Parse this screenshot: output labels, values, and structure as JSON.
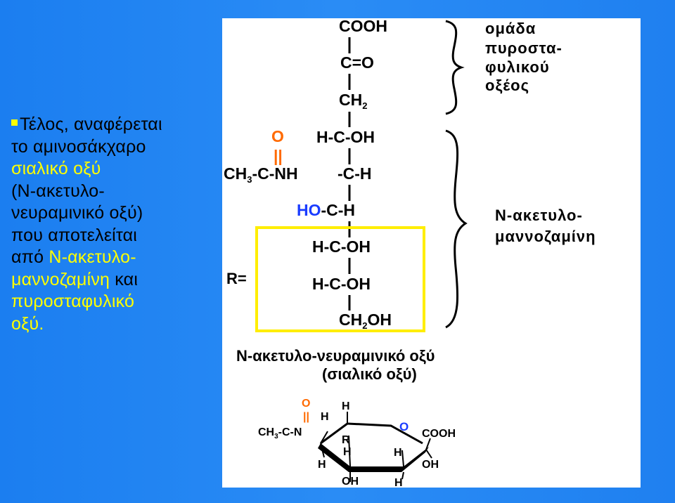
{
  "slide_text": {
    "line1": "Τέλος, αναφέρεται",
    "line2": "το αμινοσάκχαρο",
    "line3": "σιαλικό οξύ",
    "line4": "(N-ακετυλο-",
    "line5": "νευραμινικό οξύ)",
    "line6": "που αποτελείται",
    "line7_part1": "από ",
    "line7_part2": "N-ακετυλο-",
    "line8_part1": "μαννοζαμίνη",
    "line8_part2": " και",
    "line9": "πυροσταφυλικό",
    "line10": "οξύ."
  },
  "structure": {
    "cooh": "COOH",
    "co": "C=O",
    "ch2": "CH",
    "ch2_sub": "2",
    "c4": "H-C-OH",
    "o_dbl": "O",
    "dbl_bond": "||",
    "acetyl_ch3": "CH",
    "acetyl_sub": "3",
    "acetyl_rest": "-C-NH",
    "c5": "-C-H",
    "c6_ho": "HO",
    "c6": "-C-H",
    "c7": "H-C-OH",
    "c8": "H-C-OH",
    "c9_ch": "CH",
    "c9_sub": "2",
    "c9_oh": "OH",
    "r_label": "R=",
    "pyruvate_label_1": "ομάδα",
    "pyruvate_label_2": "πυροστα-",
    "pyruvate_label_3": "φυλικού",
    "pyruvate_label_4": "οξέος",
    "mannosamine_label_1": "N-ακετυλο-",
    "mannosamine_label_2": "μαννοζαμίνη",
    "caption_1": "N-ακετυλο-νευραμινικό οξύ",
    "caption_2": "(σιαλικό οξύ)"
  },
  "ring": {
    "o_dbl": "O",
    "dbl_bond": "||",
    "h_amide": "H",
    "ch3": "CH",
    "ch3_sub": "3",
    "acyl": "-C-N",
    "h_top": "H",
    "ring_o": "O",
    "cooh": "COOH",
    "r": "R",
    "h_r": "H",
    "h_left": "H",
    "h_mid": "H",
    "oh_right": "OH",
    "oh_bottom": "OH",
    "h_bottom": "H"
  }
}
